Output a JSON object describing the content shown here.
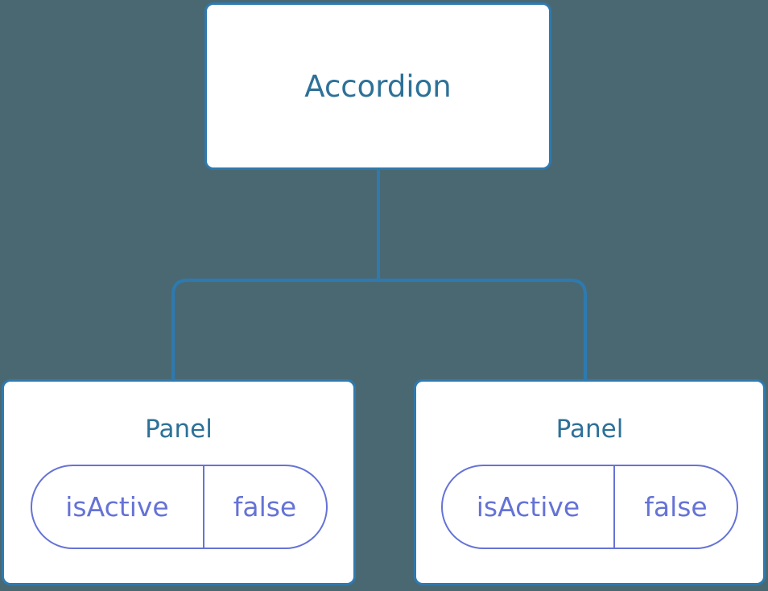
{
  "diagram": {
    "type": "component-tree",
    "background_color": "#4a6872",
    "node_border_color": "#2e7ab0",
    "node_text_color": "#2d7198",
    "badge_color": "#6573d6",
    "connector_color": "#2e7ab0",
    "root": {
      "label": "Accordion"
    },
    "children": [
      {
        "label": "Panel",
        "state": {
          "key": "isActive",
          "value": "false"
        }
      },
      {
        "label": "Panel",
        "state": {
          "key": "isActive",
          "value": "false"
        }
      }
    ]
  }
}
